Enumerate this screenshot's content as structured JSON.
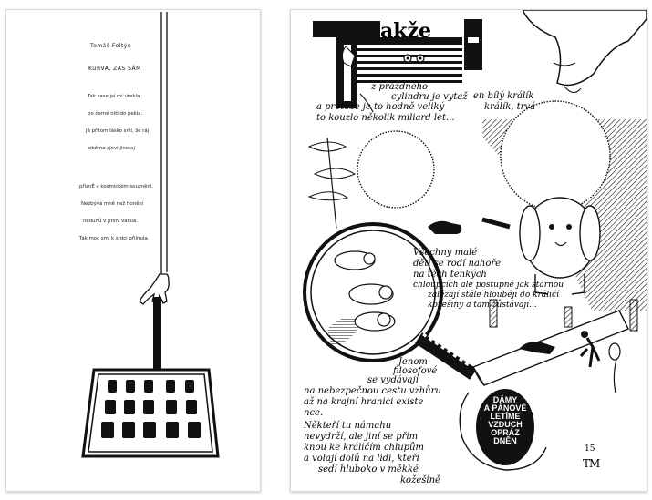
{
  "left_page": {
    "author": "Tomáš Foltýn",
    "title": "KURVA, ZAS SÁM",
    "stanza_1": [
      "Tak zase jsi mi utekla",
      "po černé niti do pekla.",
      "Já přitom lásko snil, že ráj",
      "oběma zjeví jinotaj"
    ],
    "stanza_2": [
      "příznÉ v kosmickém souznění.",
      "Nezbývá mně než honění",
      "neduhů v prsní vakua.",
      "Tak moc smí k srdci přilnula."
    ]
  },
  "right_page": {
    "heading_rest": "akže",
    "big_letter": "T",
    "line_1": "z prázdného",
    "line_2": "cylindru je vytaž",
    "line_3": "en bílý králík",
    "line_4": "králík, trvá",
    "line_5": "a protože je to hodně veliký",
    "line_6": "to kouzlo několik miliard let...",
    "middle": [
      "Všechny malé",
      "děti se rodí nahoře",
      "na těch tenkých",
      "chloupcích ale postupně jak stárnou",
      "zalézají stále hlouběji do králičí",
      "kožešiny a tam zůstávají..."
    ],
    "bottom": [
      "Jenom",
      "filosofové",
      "se vydávají",
      "na nebezpečnou cestu vzhůru",
      "až na krajní hranici existe",
      "nce.",
      "Někteří tu námahu",
      "nevydrží, ale jiní se přim",
      "knou ke králičím chlupům",
      "a volají dolů na lidi, kteří",
      "sedí hluboko v měkké",
      "kožešině"
    ],
    "oval_text": [
      "DÁMY",
      "A PÁNOVÉ",
      "LETÍME",
      "VZDUCH",
      "OPRÁZ",
      "DNĚN"
    ],
    "signature_number": "15",
    "signature_letters": "TM"
  }
}
